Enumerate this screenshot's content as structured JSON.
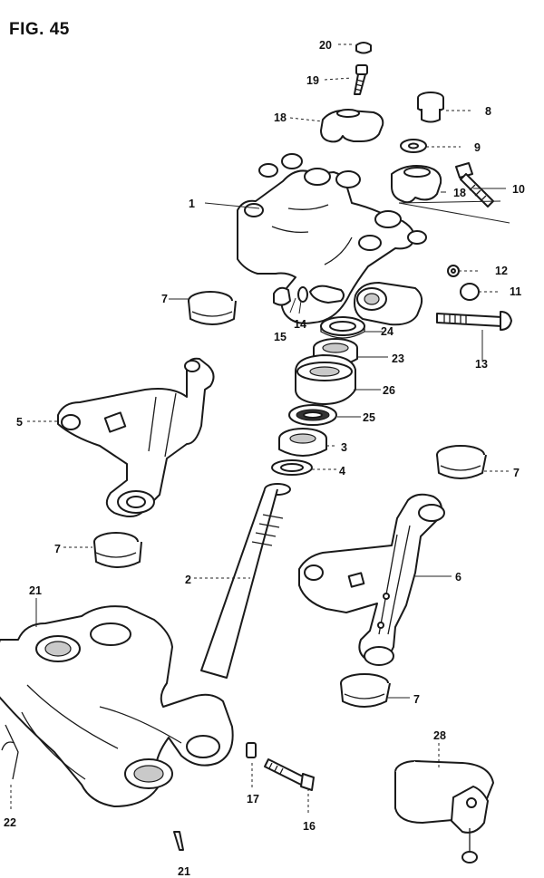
{
  "figure": {
    "title": "FIG. 45"
  },
  "labels": {
    "p1": "1",
    "p2": "2",
    "p3": "3",
    "p4": "4",
    "p5": "5",
    "p6": "6",
    "p7a": "7",
    "p7b": "7",
    "p7c": "7",
    "p7d": "7",
    "p8": "8",
    "p9": "9",
    "p10": "10",
    "p11": "11",
    "p12": "12",
    "p13": "13",
    "p14": "14",
    "p15": "15",
    "p16": "16",
    "p17": "17",
    "p18a": "18",
    "p18b": "18",
    "p19": "19",
    "p20": "20",
    "p21a": "21",
    "p21b": "21",
    "p22": "22",
    "p23": "23",
    "p24": "24",
    "p25": "25",
    "p26": "26",
    "p28": "28"
  }
}
